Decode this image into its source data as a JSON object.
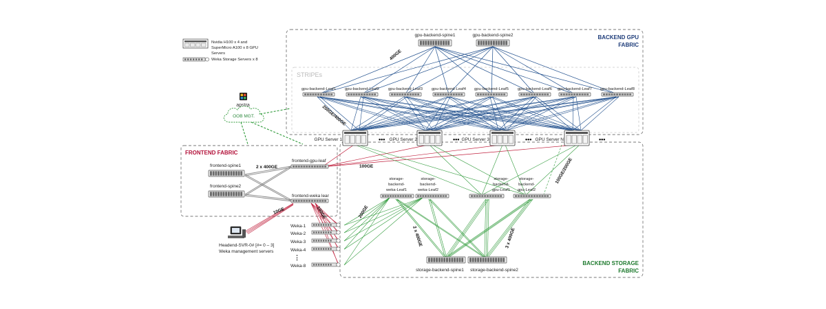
{
  "legend": {
    "gpu_servers": "Nvidia H100 x 4 and SuperMicro A100 x 8 GPU Servers",
    "gpu_servers_lines": [
      "Nvidia H100 x 4 and",
      "SuperMicro A100 x 8 GPU",
      "Servers"
    ],
    "storage_servers": "Weka Storage Servers x 8"
  },
  "fabrics": {
    "backend_gpu_line1": "BACKEND GPU",
    "backend_gpu_line2": "FABRIC",
    "stripes": "STRIPEs",
    "frontend": "FRONTEND FABRIC",
    "backend_storage_line1": "BACKEND STORAGE",
    "backend_storage_line2": "FABRIC"
  },
  "oob": {
    "apstra": "apstra",
    "cloud": "OOB MGT."
  },
  "colors": {
    "gpu_link": "#1f4e8c",
    "frontend_link": "#c0203d",
    "storage_link": "#2f9a3a",
    "oob_link": "#2f9a3a",
    "frontend_spine_link": "#888888"
  },
  "nodes": {
    "gpu_spine1": "gpu-backend-spine1",
    "gpu_spine2": "gpu-backend-spine2",
    "gpu_leaves": [
      "gpu-backend-Leaf1",
      "gpu-backend-Leaf2",
      "gpu-backend-Leaf3",
      "gpu-backend-Leaf4",
      "gpu-backend-Leaf5",
      "gpu-backend-Leaf6",
      "gpu-backend-Leaf7",
      "gpu-backend-Leaf8"
    ],
    "gpu_servers": [
      "GPU Server 1",
      "GPU Server 2",
      "GPU Server 3",
      "GPU Server N"
    ],
    "frontend_spine1": "frontend-spine1",
    "frontend_spine2": "frontend-spine2",
    "frontend_gpu_leaf": "frontend-gpu-leaf",
    "frontend_weka_leaf": "frontend-weka lear",
    "storage_weka_leaf1": [
      "storage-",
      "backend-",
      "weka-Leaf1"
    ],
    "storage_weka_leaf2": [
      "storage-",
      "backend-",
      "weka-Leaf2"
    ],
    "storage_gpu_leaf1": [
      "storage-",
      "backend-",
      "gpu-Leaf1"
    ],
    "storage_gpu_leaf2": [
      "storage-",
      "backend-",
      "gpu-Leaf2"
    ],
    "storage_spine1": "storage-backend-spine1",
    "storage_spine2": "storage-backend-spine2",
    "weka_servers": [
      "Weka-1",
      "Weka-2",
      "Weka-3",
      "Weka-4",
      "Weka-8"
    ],
    "headend": [
      "Headend-SVR-0# [#= 0 – 3]",
      "Weka management servers"
    ]
  },
  "speeds": {
    "spine_leaf": "400GE",
    "leaf_server": "200GE/400GE",
    "frontend_spine_leaf": "2 x 400GE",
    "frontend_gpu": "100GE",
    "headend": "10GE",
    "weka_frontend": "100GE",
    "weka_storage": "200GE",
    "gpu_storage": "100GE/200GE",
    "storage_weka_spine": "2 x 400GE",
    "storage_gpu_spine": "3 x 400GE"
  }
}
